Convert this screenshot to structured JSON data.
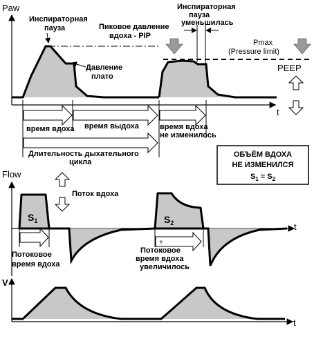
{
  "pressure": {
    "axis_label": "Paw",
    "time_label": "t",
    "labels": {
      "insp_pause": [
        "Инспираторная",
        "пауза"
      ],
      "peak_pressure": [
        "Пиковое давление",
        "вдоха - PIP"
      ],
      "plateau": [
        "Давление",
        "плато"
      ],
      "insp_pause_reduced": [
        "Инспираторная",
        "пауза",
        "уменьшилась"
      ],
      "pmax": [
        "Pmax",
        "(Pressure limit)"
      ],
      "peep": "PEEP"
    },
    "time_labels": {
      "insp_time": "время вдоха",
      "exp_time": "время выдоха",
      "insp_unchanged": [
        "время вдоха",
        "не изменилось"
      ],
      "cycle": [
        "Длительность дыхательного",
        "цикла"
      ]
    }
  },
  "note_box": [
    "ОБЪЁМ ВДОХА",
    "НЕ ИЗМЕНИЛСЯ",
    "S",
    "1",
    " = S",
    "2"
  ],
  "flow": {
    "axis_label": "Flow",
    "time_label": "t",
    "labels": {
      "insp_flow": "Поток вдоха",
      "s1": "S",
      "s1_sub": "1",
      "s2": "S",
      "s2_sub": "2",
      "flow_time": [
        "Потоковое",
        "время вдоха"
      ],
      "flow_time_increased": [
        "Потоковое",
        "время вдоха",
        "увеличилось"
      ]
    }
  },
  "volume": {
    "axis_label": "V",
    "time_label": "t"
  },
  "colors": {
    "fill": "#c8c8c8",
    "arrow_fill": "#ffffff",
    "gray_arrow": "#9a9a9a",
    "line": "#000000"
  }
}
